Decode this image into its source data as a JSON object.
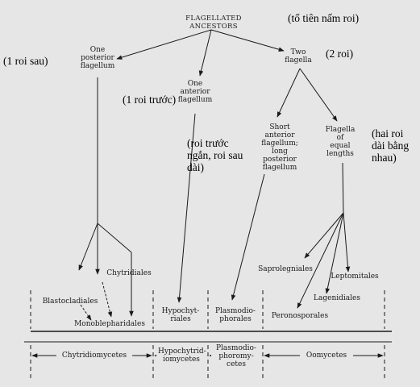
{
  "root": "FLAGELLATED ANCESTORS",
  "branches": {
    "one_posterior": "One\nposterior\nflagellum",
    "one_anterior": "One\nanterior\nflagellum",
    "two": "Two\nflagella",
    "short_long": "Short\nanterior\nflagellum;\nlong\nposterior\nflagellum",
    "equal": "Flagella\nof\nequal\nlengths"
  },
  "orders": {
    "chytridiales": "Chytridiales",
    "blastocladiales": "Blastocladiales",
    "monoblepharidales": "Monoblepharidales",
    "hypochytriales": "Hypochyt-\nriales",
    "plasmodiophorales": "Plasmodio-\nphorales",
    "saprolegniales": "Saprolegniales",
    "leptomitales": "Leptomitales",
    "lagenidiales": "Lagenidiales",
    "peronosporales": "Peronosporales"
  },
  "classes": {
    "chytridiomycetes": "Chytridiomycetes",
    "hypochytridiomycetes": "Hypochytrid-\niomycetes",
    "plasmodiophoromycetes": "Plasmodio-\nphoromy-\ncetes",
    "oomycetes": "Oomycetes"
  },
  "notes": {
    "root": "(tổ tiên nấm roi)",
    "one_posterior": "(1 roi sau)",
    "two": "(2 roi)",
    "one_anterior": "(1 roi trước)",
    "short_long": "(roi trước\nngắn, roi sau\ndài)",
    "equal": "(hai roi\ndài bằng\nnhau)"
  }
}
